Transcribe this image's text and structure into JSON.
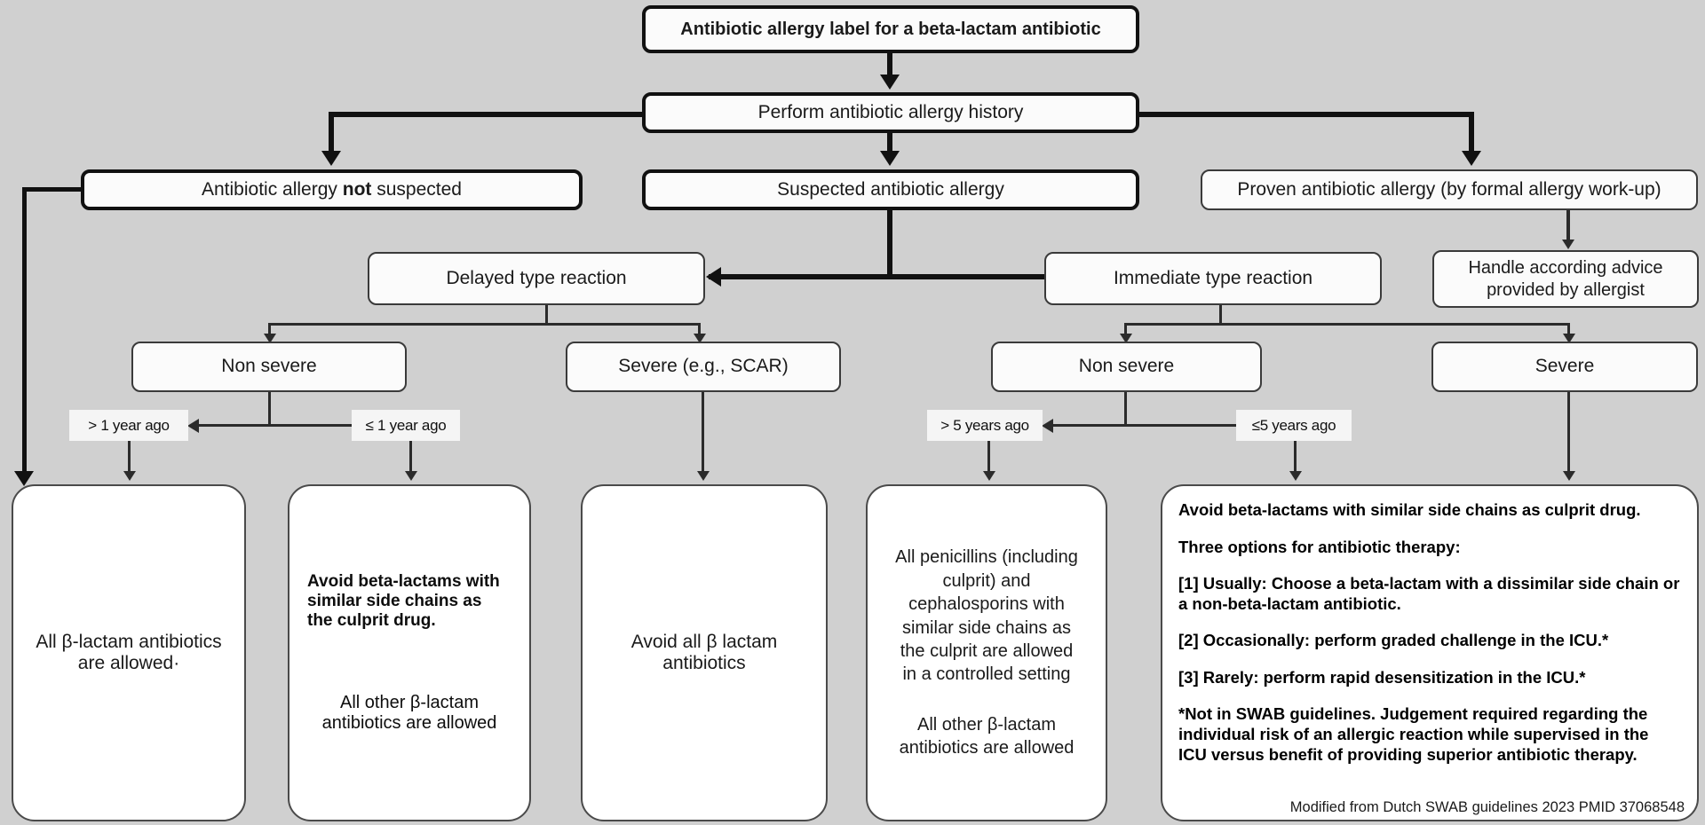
{
  "diagram": {
    "title": "Antibiotic allergy label for a beta-lactam antibiotic",
    "background_color": "#d0d0d0",
    "box_fill": "#fbfbfb",
    "line_color": "#111111",
    "credit": "Modified from Dutch SWAB guidelines 2023 PMID 37068548"
  },
  "nodes": {
    "root": {
      "label": "Antibiotic allergy label for a beta-lactam antibiotic"
    },
    "history": {
      "label": "Perform  antibiotic allergy history"
    },
    "not_suspected_pre": {
      "label": "Antibiotic allergy "
    },
    "not_suspected_bold": {
      "label": "not"
    },
    "not_suspected_post": {
      "label": " suspected"
    },
    "suspected": {
      "label": "Suspected antibiotic allergy"
    },
    "proven": {
      "label": "Proven antibiotic allergy (by formal allergy work-up)"
    },
    "delayed": {
      "label": "Delayed type reaction"
    },
    "immediate": {
      "label": "Immediate type reaction"
    },
    "allergist": {
      "line1": "Handle according advice",
      "line2": "provided by allergist"
    },
    "delayed_non_severe": {
      "label": "Non  severe"
    },
    "delayed_severe": {
      "label": "Severe (e.g., SCAR)"
    },
    "immediate_non_severe": {
      "label": "Non  severe"
    },
    "immediate_severe": {
      "label": "Severe"
    }
  },
  "tags": {
    "gt_1_year": "> 1 year ago",
    "le_1_year": "≤ 1 year ago",
    "gt_5_years": "> 5 years ago",
    "le_5_years": "≤5 years ago"
  },
  "outcomes": {
    "all_allowed": {
      "line1": "All β-lactam antibiotics",
      "line2": "are allowed·"
    },
    "avoid_similar": {
      "bold1": "Avoid beta-lactams with",
      "bold2": "similar side chains as",
      "bold3": "the culprit drug.",
      "plain1": "All other β-lactam",
      "plain2": "antibiotics are allowed"
    },
    "avoid_all": {
      "line1": "Avoid all β lactam",
      "line2": "antibiotics"
    },
    "penicillins": {
      "line1": "All penicillins (including",
      "line2": "culprit) and",
      "line3": "cephalosporins with",
      "line4": "similar side chains as",
      "line5": "the culprit are allowed",
      "line6": "in a controlled setting",
      "line7": "All other β-lactam",
      "line8": "antibiotics are allowed"
    },
    "severe_immediate": {
      "p1": "Avoid beta-lactams with similar side chains as culprit drug.",
      "p2": "Three options for antibiotic therapy:",
      "p3": "[1] Usually: Choose a beta-lactam with a dissimilar side chain or a non-beta-lactam antibiotic.",
      "p4": "[2] Occasionally: perform graded challenge in the ICU.*",
      "p5": "[3] Rarely: perform rapid desensitization in the ICU.*",
      "p6": "*Not in SWAB guidelines. Judgement required regarding the individual risk of an allergic reaction while supervised in the ICU versus benefit of providing superior antibiotic therapy."
    }
  }
}
